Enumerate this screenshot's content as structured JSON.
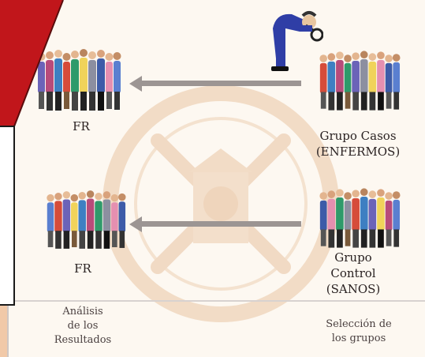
{
  "groups": {
    "cases": {
      "label": "Grupo Casos\n(ENFERMOS)",
      "result_label": "FR"
    },
    "control": {
      "label": "Grupo\nControl\n(SANOS)",
      "result_label": "FR"
    }
  },
  "footer": {
    "left_label": "Análisis\nde los\nResultados",
    "right_label": "Selección de\nlos grupos"
  },
  "colors": {
    "arrow": "#9c9593",
    "callout_red": "#c1161b",
    "background": "#fdf8f1",
    "seal": "#f0d8c0"
  },
  "icons": {
    "crowd": "group-of-people-icon",
    "observer": "detective-with-magnifier-icon",
    "seal": "university-seal-watermark"
  }
}
